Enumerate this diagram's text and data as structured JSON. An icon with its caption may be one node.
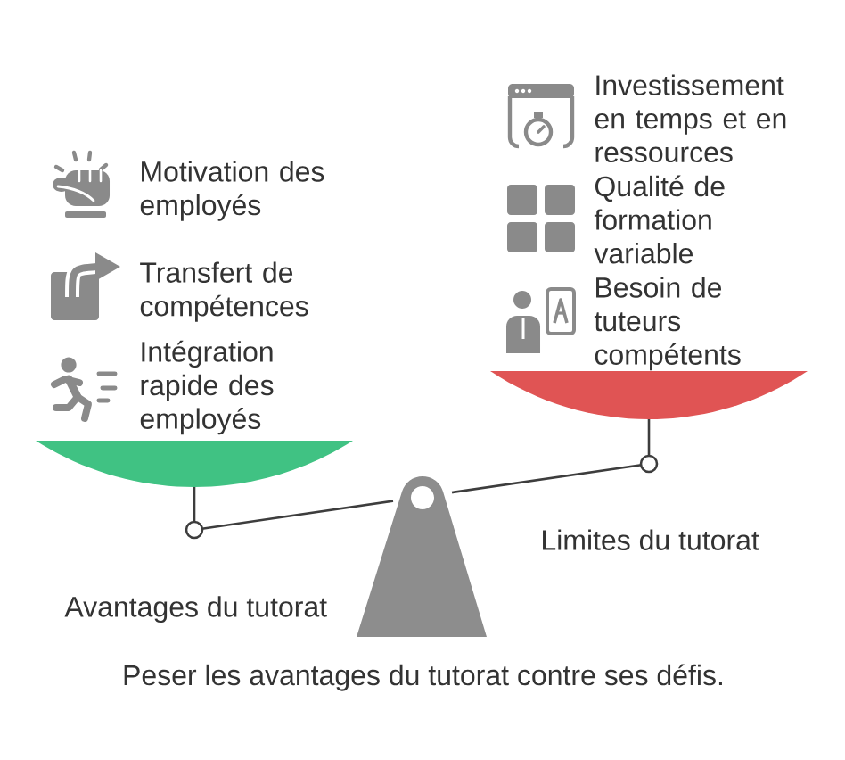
{
  "diagram": {
    "caption": "Peser les avantages du tutorat contre ses défis.",
    "labels": [
      "Motivation des employés",
      "Transfert de compétences",
      "Intégration rapide des employés",
      "Avantages du tutorat",
      "Investissement en temps et en ressources",
      "Qualité de formation variable",
      "Besoin de tuteurs compétents",
      "Limites du tutorat"
    ]
  }
}
